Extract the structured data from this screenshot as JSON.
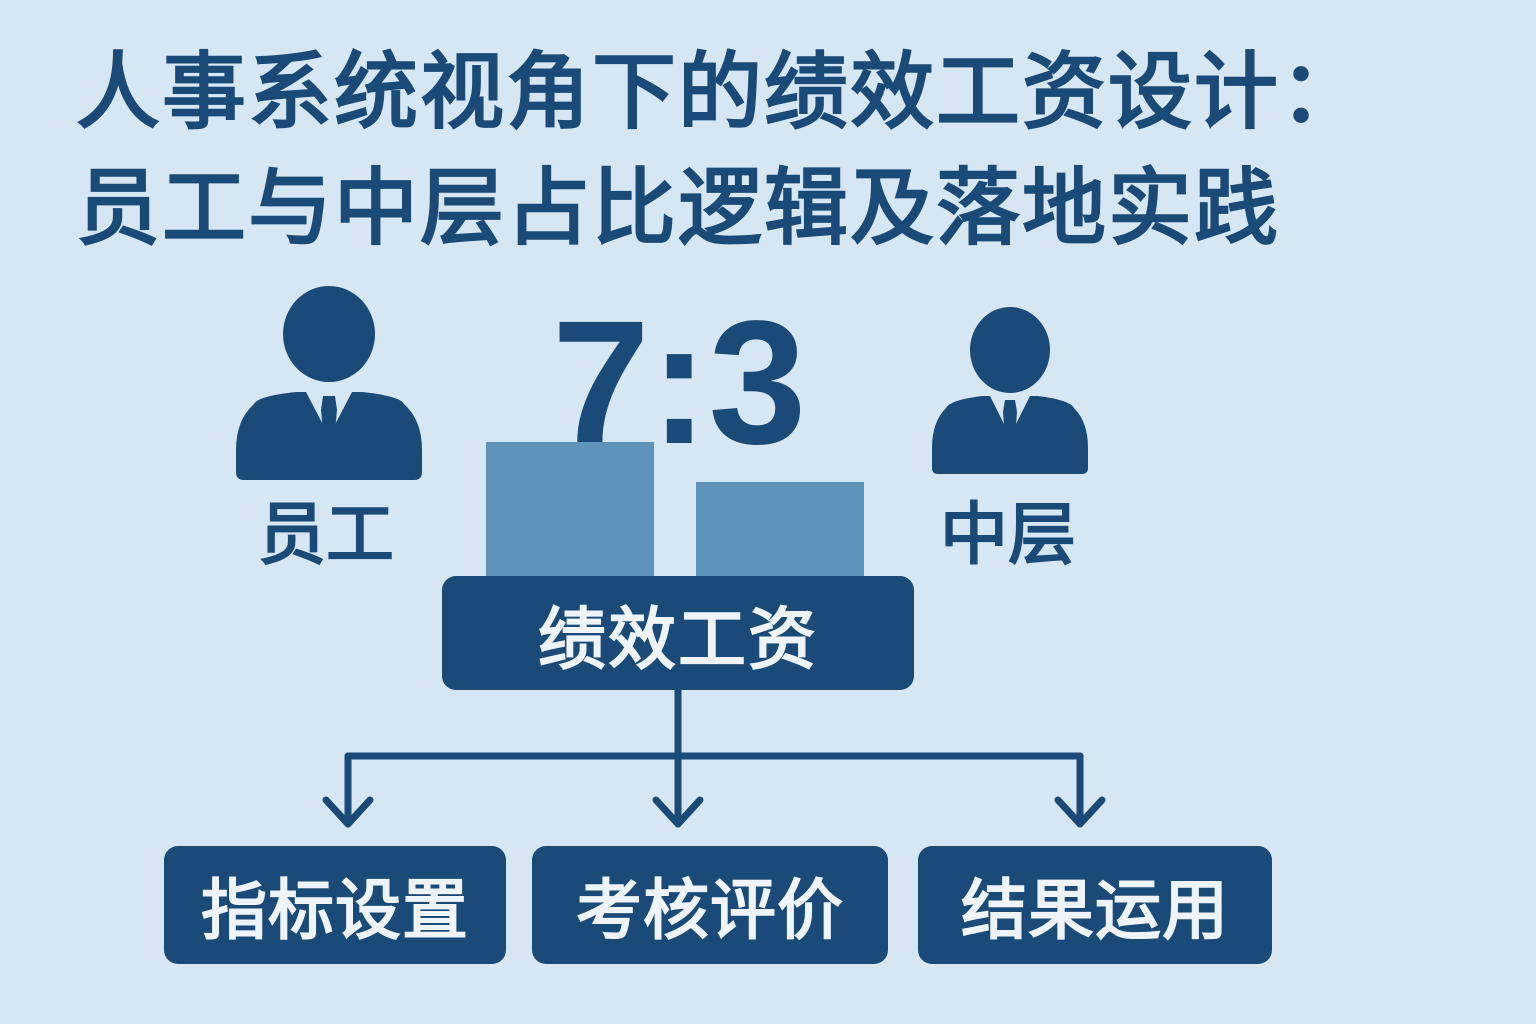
{
  "title": {
    "line1": "人事系统视角下的绩效工资设计：",
    "line2": "员工与中层占比逻辑及落地实践"
  },
  "roles": {
    "employee": {
      "label": "员工",
      "icon": "person-icon"
    },
    "manager": {
      "label": "中层",
      "icon": "person-icon"
    }
  },
  "ratio": {
    "text": "7:3",
    "employee_share": 7,
    "manager_share": 3
  },
  "root": {
    "label": "绩效工资"
  },
  "children": [
    {
      "label": "指标设置"
    },
    {
      "label": "考核评价"
    },
    {
      "label": "结果运用"
    }
  ],
  "colors": {
    "background": "#d6e7f3",
    "primary": "#1a4a78",
    "bar": "#5e93bc",
    "box_text": "#eef4fa"
  }
}
